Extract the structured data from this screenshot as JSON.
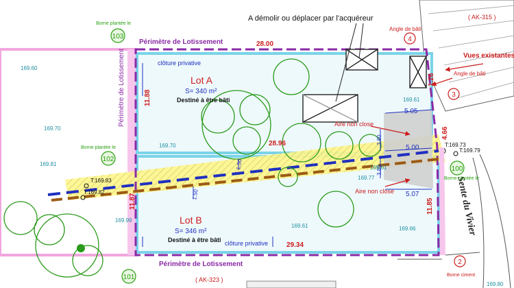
{
  "labels": {
    "demolish_note": "A démolir ou déplacer par l'acquéreur",
    "parcel_top_right": "( AK-315 )",
    "parcel_bottom": "( AK-323 )",
    "perimeter_top": "Périmètre de Lotissement",
    "perimeter_left": "Périmètre de Lotissement",
    "perimeter_bottom": "Périmètre de Lotissement",
    "fence_top": "clôture privative",
    "fence_bottom": "clôture privative",
    "vues": "Vues existantes",
    "angle_bati_1": "Angle de bâti",
    "angle_bati_2": "Angle de bâti",
    "aire_1": "Aire non close",
    "aire_2": "Aire non close",
    "sente": "Sente du Vivier",
    "borne_plantee_1": "Borne plantée le",
    "borne_plantee_2": "Borne plantée le",
    "borne_plantee_3": "Borne plantée le",
    "borne_ciment": "Borne ciment"
  },
  "lots": {
    "a": {
      "name": "Lot A",
      "area": "S= 340 m²",
      "purpose": "Destiné à être bâti"
    },
    "b": {
      "name": "Lot B",
      "area": "S= 346 m²",
      "purpose": "Destiné à être bâti"
    }
  },
  "dimensions": {
    "top": "28.00",
    "bottom": "29.34",
    "middle": "28.96",
    "left_a": "11.88",
    "left_b": "11.87",
    "right_top": "1.26",
    "right_mid": "4.66",
    "right_b": "11.85",
    "w505": "5.05",
    "w500": "5.00",
    "w507": "5.07",
    "v380a": "3.80",
    "v380b": "3.80",
    "w150a": "1.50",
    "w150b": "1.50"
  },
  "markers": {
    "m103": "103",
    "m4": "4",
    "m3": "3",
    "m102": "102",
    "m100": "100",
    "m101": "101",
    "m2": "2"
  },
  "spot_heights": {
    "h1": "169.60",
    "h2": "169.70",
    "h3": "169.81",
    "h4": "169.99",
    "h5": "169.70",
    "h6": "169.61",
    "h7": "169.61",
    "h8": "169.61",
    "h9": "169.66",
    "h10": "169.77",
    "h11": "169.80"
  },
  "trees": {
    "t1": "T:169.83",
    "t2": "T:169.82",
    "t3": "T:169.73",
    "t4": "T:169.79"
  },
  "colors": {
    "perimeter": "#8a2aa5",
    "lot_outline": "#7ad3e8",
    "dimension_red": "#cc1b1b",
    "servitude_yellow": "#fff68a",
    "network_blue": "#1f2fbf",
    "network_brown": "#9c5a16",
    "vegetation": "#2a9a1a",
    "spot_height": "#1e8fa0",
    "label_green": "#2aa010",
    "pink_border": "#f2a6de"
  }
}
